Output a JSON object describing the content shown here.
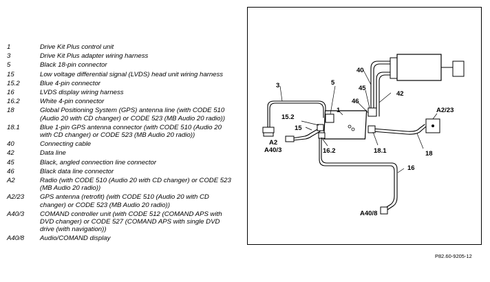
{
  "legend": [
    {
      "code": "1",
      "desc": "Drive Kit Plus control unit"
    },
    {
      "code": "3",
      "desc": "Drive Kit Plus adapter wiring harness"
    },
    {
      "code": "5",
      "desc": "Black 18-pin connector"
    },
    {
      "code": "15",
      "desc": "Low voltage differential signal (LVDS) head unit wiring harness"
    },
    {
      "code": "15.2",
      "desc": "Blue 4-pin connector"
    },
    {
      "code": "16",
      "desc": "LVDS display wiring harness"
    },
    {
      "code": "16.2",
      "desc": "White 4-pin connector"
    },
    {
      "code": "18",
      "desc": "Global Positioning System (GPS) antenna line (with CODE 510 (Audio 20 with CD changer) or CODE 523 (MB Audio 20 radio))"
    },
    {
      "code": "18.1",
      "desc": "Blue 1-pin GPS antenna connector (with CODE 510 (Audio 20 with CD changer) or CODE 523 (MB Audio 20 radio))"
    },
    {
      "code": "40",
      "desc": "Connecting cable"
    },
    {
      "code": "42",
      "desc": "Data line"
    },
    {
      "code": "45",
      "desc": "Black, angled connection line connector"
    },
    {
      "code": "46",
      "desc": "Black data line connector"
    },
    {
      "code": "A2",
      "desc": "Radio (with CODE 510 (Audio 20 with CD changer) or CODE 523 (MB Audio 20 radio))"
    },
    {
      "code": "A2/23",
      "desc": "GPS antenna (retrofit) (with CODE 510 (Audio 20 with CD changer) or CODE 523 (MB Audio 20 radio))"
    },
    {
      "code": "A40/3",
      "desc": "COMAND controller unit (with CODE 512 (COMAND APS with DVD changer) or CODE 527 (COMAND APS with single DVD drive (with navigation))"
    },
    {
      "code": "A40/8",
      "desc": "Audio/COMAND display"
    }
  ],
  "callouts": {
    "c3": "3",
    "c5": "5",
    "c40": "40",
    "c45": "45",
    "c42": "42",
    "c46": "46",
    "c1": "1",
    "c152": "15.2",
    "c15": "15",
    "cA2": "A2",
    "cA403": "A40/3",
    "c162": "16.2",
    "c181": "18.1",
    "cA223": "A2/23",
    "c18": "18",
    "c16": "16",
    "cA408": "A40/8"
  },
  "figure_ref": "P82.60-9205-12"
}
